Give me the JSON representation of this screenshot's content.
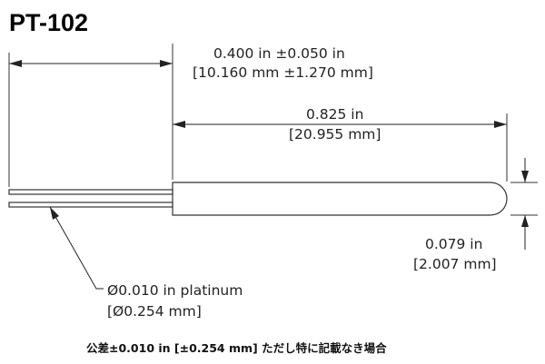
{
  "title": "PT-102",
  "dimensions": {
    "lead_length": {
      "imperial": "0.400 in ±0.050 in",
      "metric": "[10.160 mm ±1.270 mm]"
    },
    "body_length": {
      "imperial": "0.825 in",
      "metric": "[20.955 mm]"
    },
    "body_diameter": {
      "imperial": "0.079 in",
      "metric": "[2.007 mm]"
    },
    "lead_diameter": {
      "imperial": "Ø0.010 in platinum",
      "metric": "[Ø0.254 mm]"
    }
  },
  "tolerance_note": "公差±0.010 in [±0.254 mm] ただし特に記載なき場合"
}
